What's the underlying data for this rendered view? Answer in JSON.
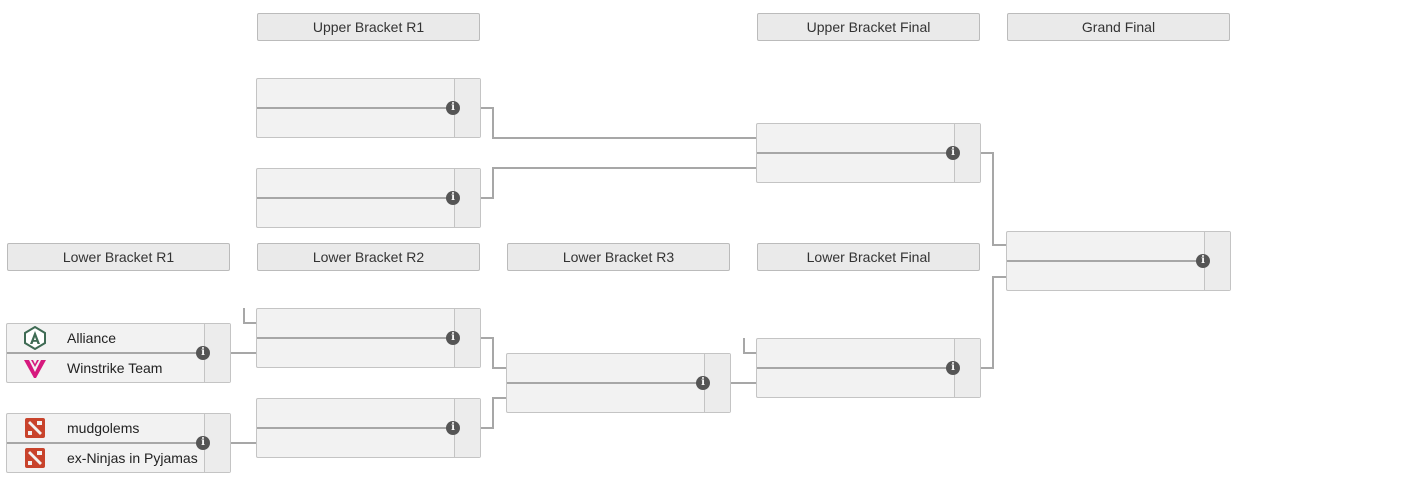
{
  "headers": {
    "ub_r1": "Upper Bracket R1",
    "ub_final": "Upper Bracket Final",
    "grand_final": "Grand Final",
    "lb_r1": "Lower Bracket R1",
    "lb_r2": "Lower Bracket R2",
    "lb_r3": "Lower Bracket R3",
    "lb_final": "Lower Bracket Final"
  },
  "lb_r1_matches": [
    {
      "team1": "Alliance",
      "team1_logo": "alliance-logo",
      "team2": "Winstrike Team",
      "team2_logo": "winstrike-logo"
    },
    {
      "team1": "mudgolems",
      "team1_logo": "dota2-logo",
      "team2": "ex-Ninjas in Pyjamas",
      "team2_logo": "dota2-logo"
    }
  ],
  "colors": {
    "header_bg": "#eaeaea",
    "match_bg": "#f2f2f2",
    "connector": "#a7a7a7",
    "info_icon": "#555555",
    "winstrike": "#d6197e",
    "dota": "#c8432c"
  },
  "icons": {
    "info": "info-icon",
    "info_glyph": "i"
  }
}
